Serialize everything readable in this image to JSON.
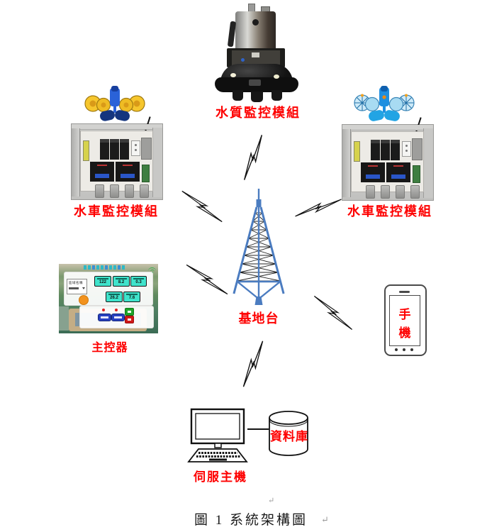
{
  "figure": {
    "caption": "圖 1 系統架構圖",
    "return_mark": "↵"
  },
  "labels": {
    "water_quality_module": "水質監控模組",
    "paddlewheel_module_left": "水車監控模組",
    "paddlewheel_module_right": "水車監控模組",
    "main_controller": "主控器",
    "base_station": "基地台",
    "mobile_phone": "手機",
    "server_host": "伺服主機",
    "database": "資料庫"
  },
  "controller_screen": {
    "region_dropdown_line1": "區域名稱",
    "readings": {
      "row1": [
        "122",
        "8.2",
        "0.3"
      ],
      "row2": [
        "26.2",
        "7.6"
      ]
    }
  },
  "colors": {
    "label_red": "#fe0000",
    "tower_blue": "#4b7cc0",
    "reading_teal": "#3fe3cb",
    "caption_black": "#1a1a1a"
  }
}
